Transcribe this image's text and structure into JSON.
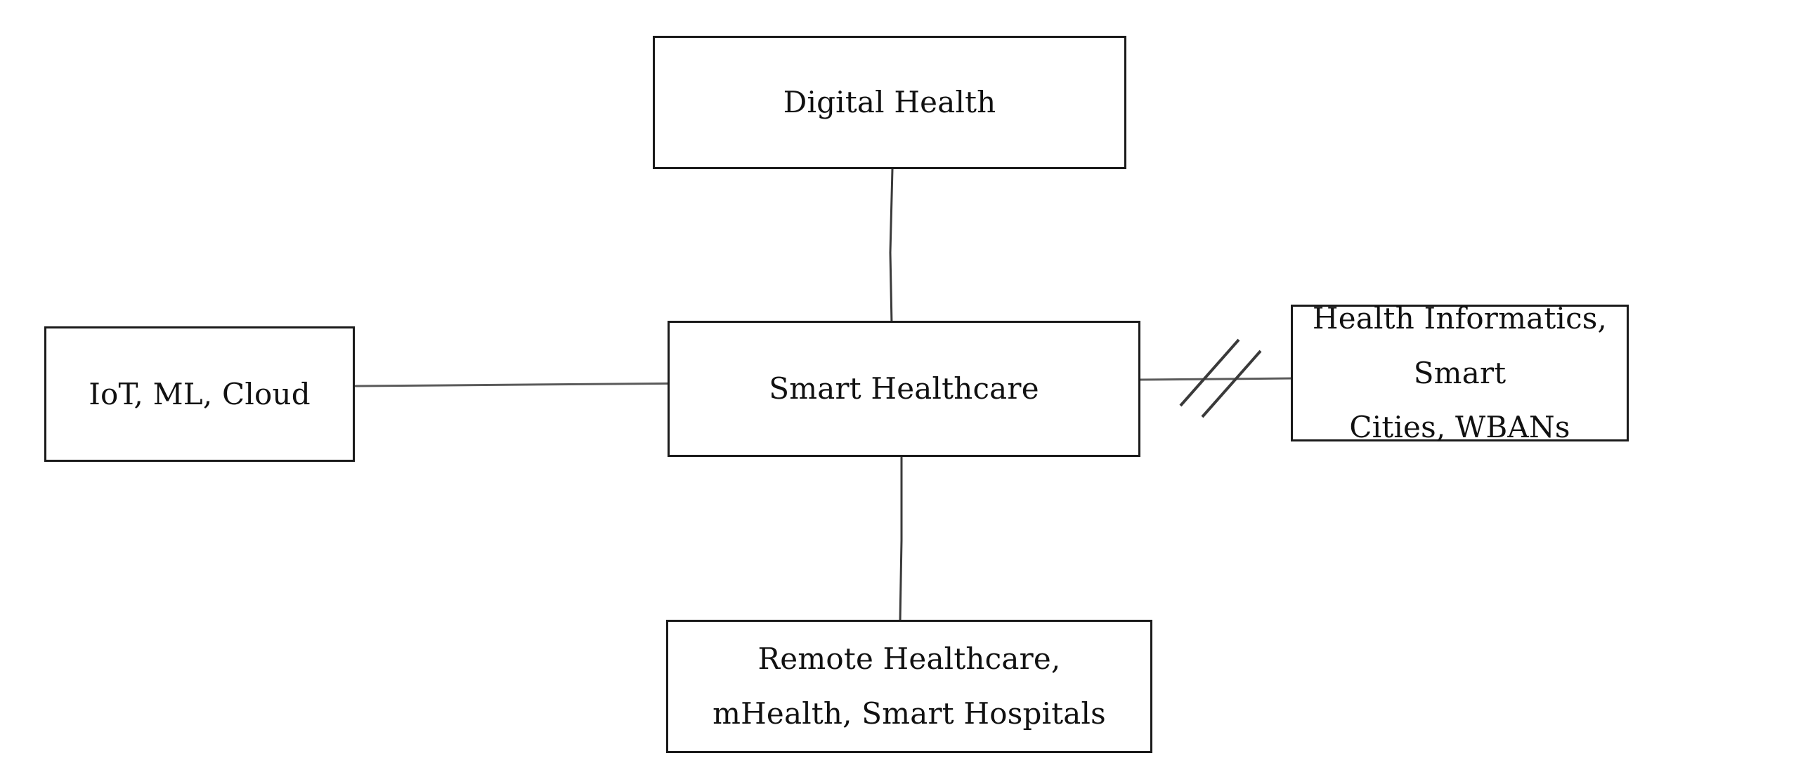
{
  "diagram": {
    "title": "Smart Healthcare concept relationship diagram",
    "background_color": "#ffffff",
    "line_color": "#3a3a3a",
    "border_color": "#1a1a1a",
    "text_color": "#111111",
    "nodes": [
      {
        "id": "digital-health",
        "label": "Digital Health",
        "position": "top"
      },
      {
        "id": "iot-ml-cloud",
        "label": "IoT, ML, Cloud",
        "position": "left"
      },
      {
        "id": "smart-healthcare",
        "label": "Smart Healthcare",
        "position": "center"
      },
      {
        "id": "health-informatics",
        "label": "Health Informatics, Smart\nCities, WBANs",
        "position": "right"
      },
      {
        "id": "remote-healthcare",
        "label": "Remote Healthcare,\nmHealth, Smart Hospitals",
        "position": "bottom"
      }
    ],
    "edges": [
      {
        "id": "edge-digital-health-smart-healthcare",
        "from": "digital-health",
        "to": "smart-healthcare",
        "orientation": "vertical",
        "break_mark": false
      },
      {
        "id": "edge-iot-smart-healthcare",
        "from": "iot-ml-cloud",
        "to": "smart-healthcare",
        "orientation": "horizontal",
        "break_mark": false
      },
      {
        "id": "edge-smart-healthcare-health-informatics",
        "from": "smart-healthcare",
        "to": "health-informatics",
        "orientation": "horizontal",
        "break_mark": true,
        "break_mark_glyph": "double-slash"
      },
      {
        "id": "edge-smart-healthcare-remote-healthcare",
        "from": "smart-healthcare",
        "to": "remote-healthcare",
        "orientation": "vertical",
        "break_mark": false
      }
    ]
  }
}
